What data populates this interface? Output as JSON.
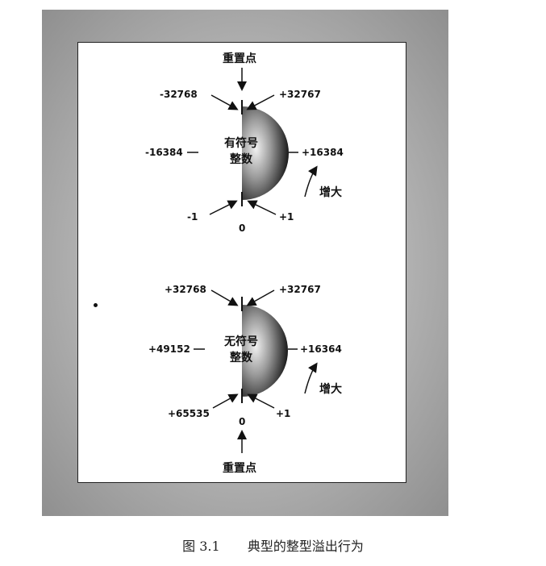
{
  "top": {
    "reset_label": "重置点",
    "left_top": "-32768",
    "right_top": "+32767",
    "left_mid": "-16384",
    "right_mid": "+16384",
    "left_bottom": "-1",
    "right_bottom": "+1",
    "bottom": "0",
    "center_line1": "有符号",
    "center_line2": "整数",
    "increase_label": "增大"
  },
  "bottom": {
    "reset_label": "重置点",
    "left_top": "+32768",
    "right_top": "+32767",
    "left_mid": "+49152",
    "right_mid": "+16364",
    "left_bottom": "+65535",
    "right_bottom": "+1",
    "bottom": "0",
    "center_line1": "无符号",
    "center_line2": "整数",
    "increase_label": "增大"
  },
  "caption": {
    "number": "图 3.1",
    "title": "典型的整型溢出行为"
  }
}
